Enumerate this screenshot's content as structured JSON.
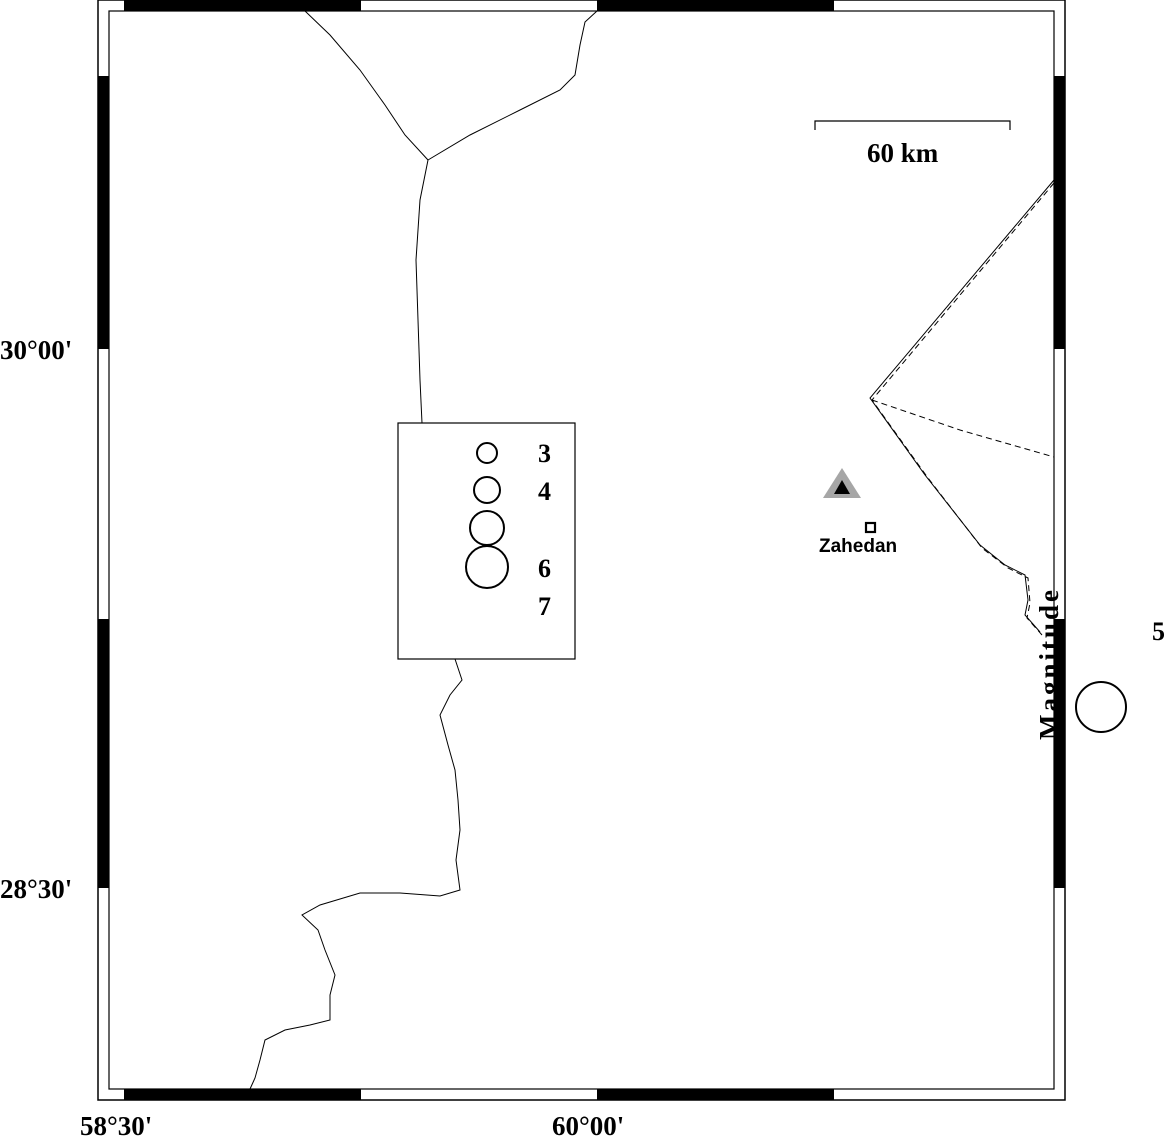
{
  "map": {
    "lat_labels": [
      "30°00'",
      "28°30'"
    ],
    "lon_labels": [
      "58°30'",
      "60°00'"
    ],
    "scale_bar": {
      "label": "60 km"
    },
    "city": {
      "name": "Zahedan"
    },
    "legend": {
      "title": "Magnitude",
      "labels": [
        "3",
        "4",
        "5",
        "6",
        "7"
      ]
    },
    "colors": {
      "frame": "#000000",
      "volcano_outer": "#a6a6a6",
      "volcano_inner": "#000000"
    }
  }
}
